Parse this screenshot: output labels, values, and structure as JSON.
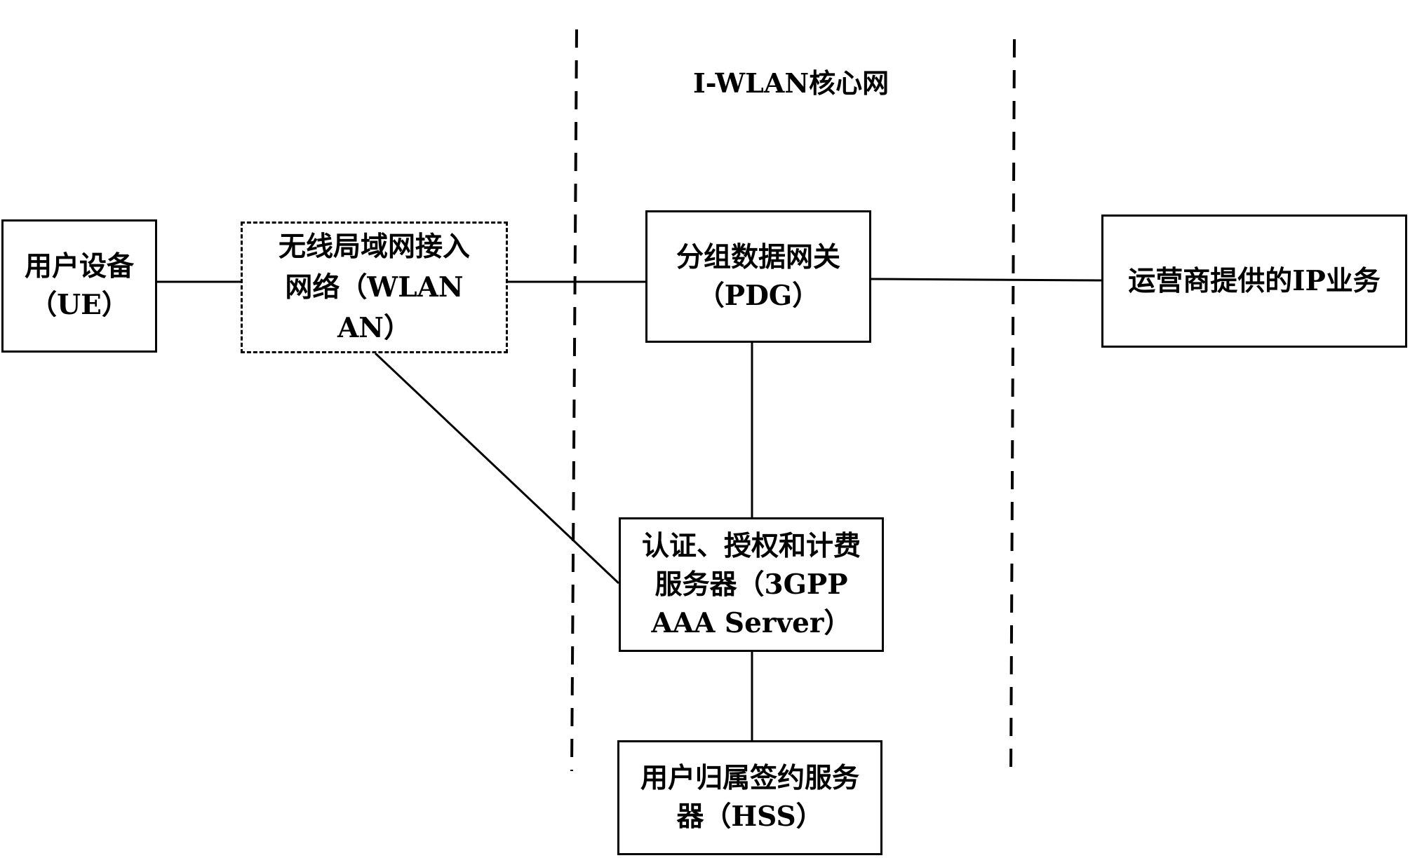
{
  "diagram": {
    "region_title": "I-WLAN核心网",
    "nodes": {
      "ue": {
        "lines": [
          "用户设备",
          "（UE）"
        ]
      },
      "wlan_an": {
        "lines": [
          "无线局域网接入",
          "网络（WLAN",
          "AN）"
        ]
      },
      "pdg": {
        "lines": [
          "分组数据网关",
          "（PDG）"
        ]
      },
      "ip_service": {
        "lines": [
          "运营商提供的IP业务"
        ]
      },
      "aaa": {
        "lines": [
          "认证、授权和计费",
          "服务器（3GPP",
          "AAA Server）"
        ]
      },
      "hss": {
        "lines": [
          "用户归属签约服务",
          "器（HSS）"
        ]
      }
    },
    "links": [
      [
        "ue",
        "wlan_an"
      ],
      [
        "wlan_an",
        "pdg"
      ],
      [
        "pdg",
        "ip_service"
      ],
      [
        "pdg",
        "aaa"
      ],
      [
        "wlan_an",
        "aaa"
      ],
      [
        "aaa",
        "hss"
      ]
    ]
  }
}
